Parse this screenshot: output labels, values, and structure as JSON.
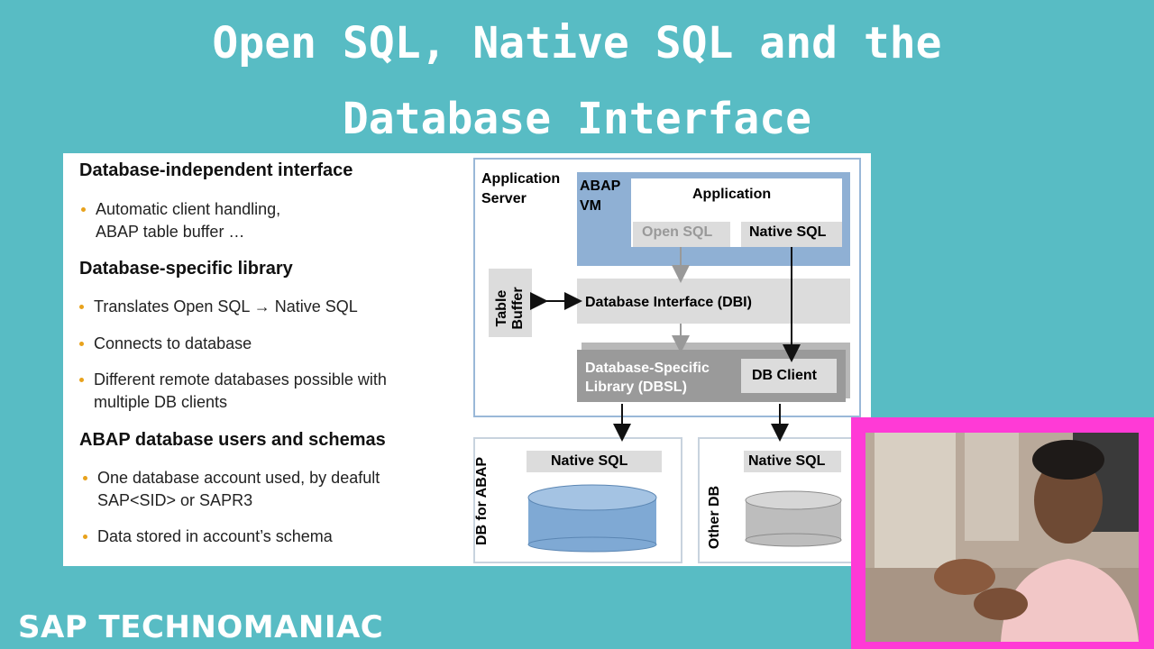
{
  "slide": {
    "title_line1": "Open SQL, Native SQL and the",
    "title_line2": "Database Interface",
    "brand": "SAP TECHNOMANIAC"
  },
  "left": {
    "sections": [
      {
        "heading": "Database-independent interface",
        "bullets": [
          [
            "Automatic client handling,",
            "ABAP table buffer …"
          ]
        ]
      },
      {
        "heading": "Database-specific library",
        "bullets": [
          [
            "Translates Open SQL → Native SQL"
          ],
          [
            "Connects to database"
          ],
          [
            "Different remote databases possible with",
            "multiple DB clients"
          ]
        ]
      },
      {
        "heading": "ABAP database users and schemas",
        "bullets": [
          [
            "One database account used, by deafult",
            "SAP<SID> or SAPR3"
          ],
          [
            "Data stored in account’s schema"
          ]
        ]
      }
    ]
  },
  "diagram": {
    "app_server": "Application\nServer",
    "abap_vm": "ABAP\nVM",
    "application": "Application",
    "open_sql": "Open SQL",
    "native_sql": "Native SQL",
    "table_buffer": "Table\nBuffer",
    "dbi": "Database Interface (DBI)",
    "dbsl": "Database-Specific\nLibrary (DBSL)",
    "db_client": "DB Client",
    "db_abap_label": "DB for ABAP",
    "db_abap_sql": "Native SQL",
    "other_db_label": "Other DB",
    "other_db_sql": "Native SQL"
  },
  "colors": {
    "background": "#58bcc4",
    "abap_vm_blue": "#8fb0d4",
    "box_border": "#9ab8d8",
    "gray_box": "#dcdcdc",
    "dark_gray": "#9a9a9a",
    "bullet": "#e8a21c",
    "webcam_border": "#ff3ad6"
  }
}
